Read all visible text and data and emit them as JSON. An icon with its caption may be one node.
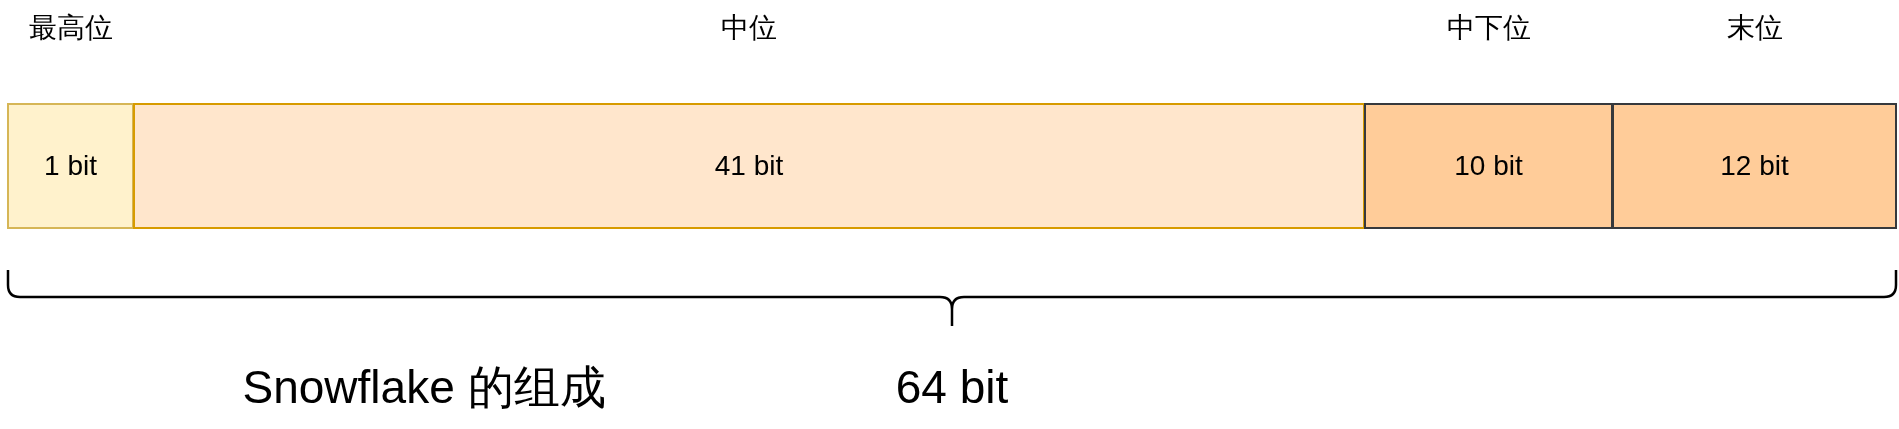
{
  "diagram": {
    "caption": "Snowflake 的组成",
    "nodes": [
      {
        "text": [
          "1 bit"
        ],
        "beside": [
          "最高位"
        ]
      },
      {
        "text": [
          "41 bit"
        ],
        "beside": [
          "中位"
        ]
      },
      {
        "text": [
          "10 bit"
        ],
        "beside": [
          "中下位"
        ]
      },
      {
        "text": [
          "12 bit"
        ],
        "beside": [
          "末位"
        ]
      }
    ],
    "labels": [
      "64 bit"
    ]
  }
}
